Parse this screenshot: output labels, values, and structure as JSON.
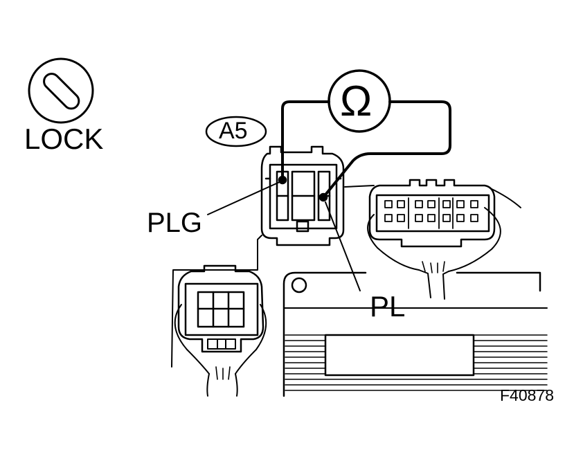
{
  "labels": {
    "lock": "LOCK",
    "connector_id": "A5",
    "ohm_symbol": "Ω",
    "plg": "PLG",
    "pl": "PL",
    "figure_number": "F40878"
  },
  "colors": {
    "ink": "#000000",
    "paper": "#ffffff",
    "shade": "#d9d9d9"
  }
}
